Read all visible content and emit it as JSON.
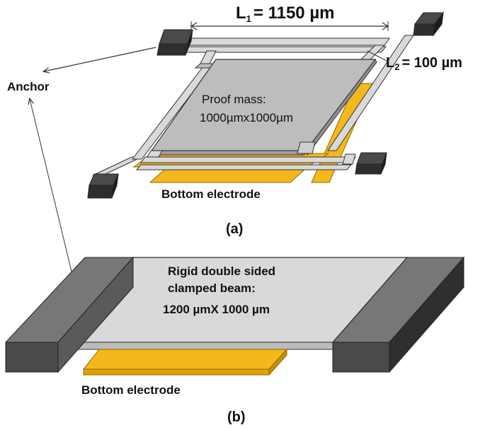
{
  "diagram_a": {
    "dimension_l1": {
      "symbol": "L",
      "sub": "1",
      "value": "= 1150 µm"
    },
    "dimension_l2": {
      "symbol": "L",
      "sub": "2",
      "value": "= 100 µm"
    },
    "anchor_label": "Anchor",
    "proof_mass_title": "Proof mass:",
    "proof_mass_size": "1000µmx1000µm",
    "electrode_label": "Bottom electrode",
    "caption": "(a)"
  },
  "diagram_b": {
    "beam_line1": "Rigid double sided",
    "beam_line2": "clamped beam:",
    "beam_line3": "1200  µmX 1000 µm",
    "electrode_label": "Bottom electrode",
    "caption": "(b)"
  },
  "colors": {
    "anchor_dark": "#3a3a3a",
    "mass_gray": "#bdbdbd",
    "beam_light": "#d9d9d9",
    "electrode_yellow": "#f4b81c",
    "outline": "#222222"
  }
}
